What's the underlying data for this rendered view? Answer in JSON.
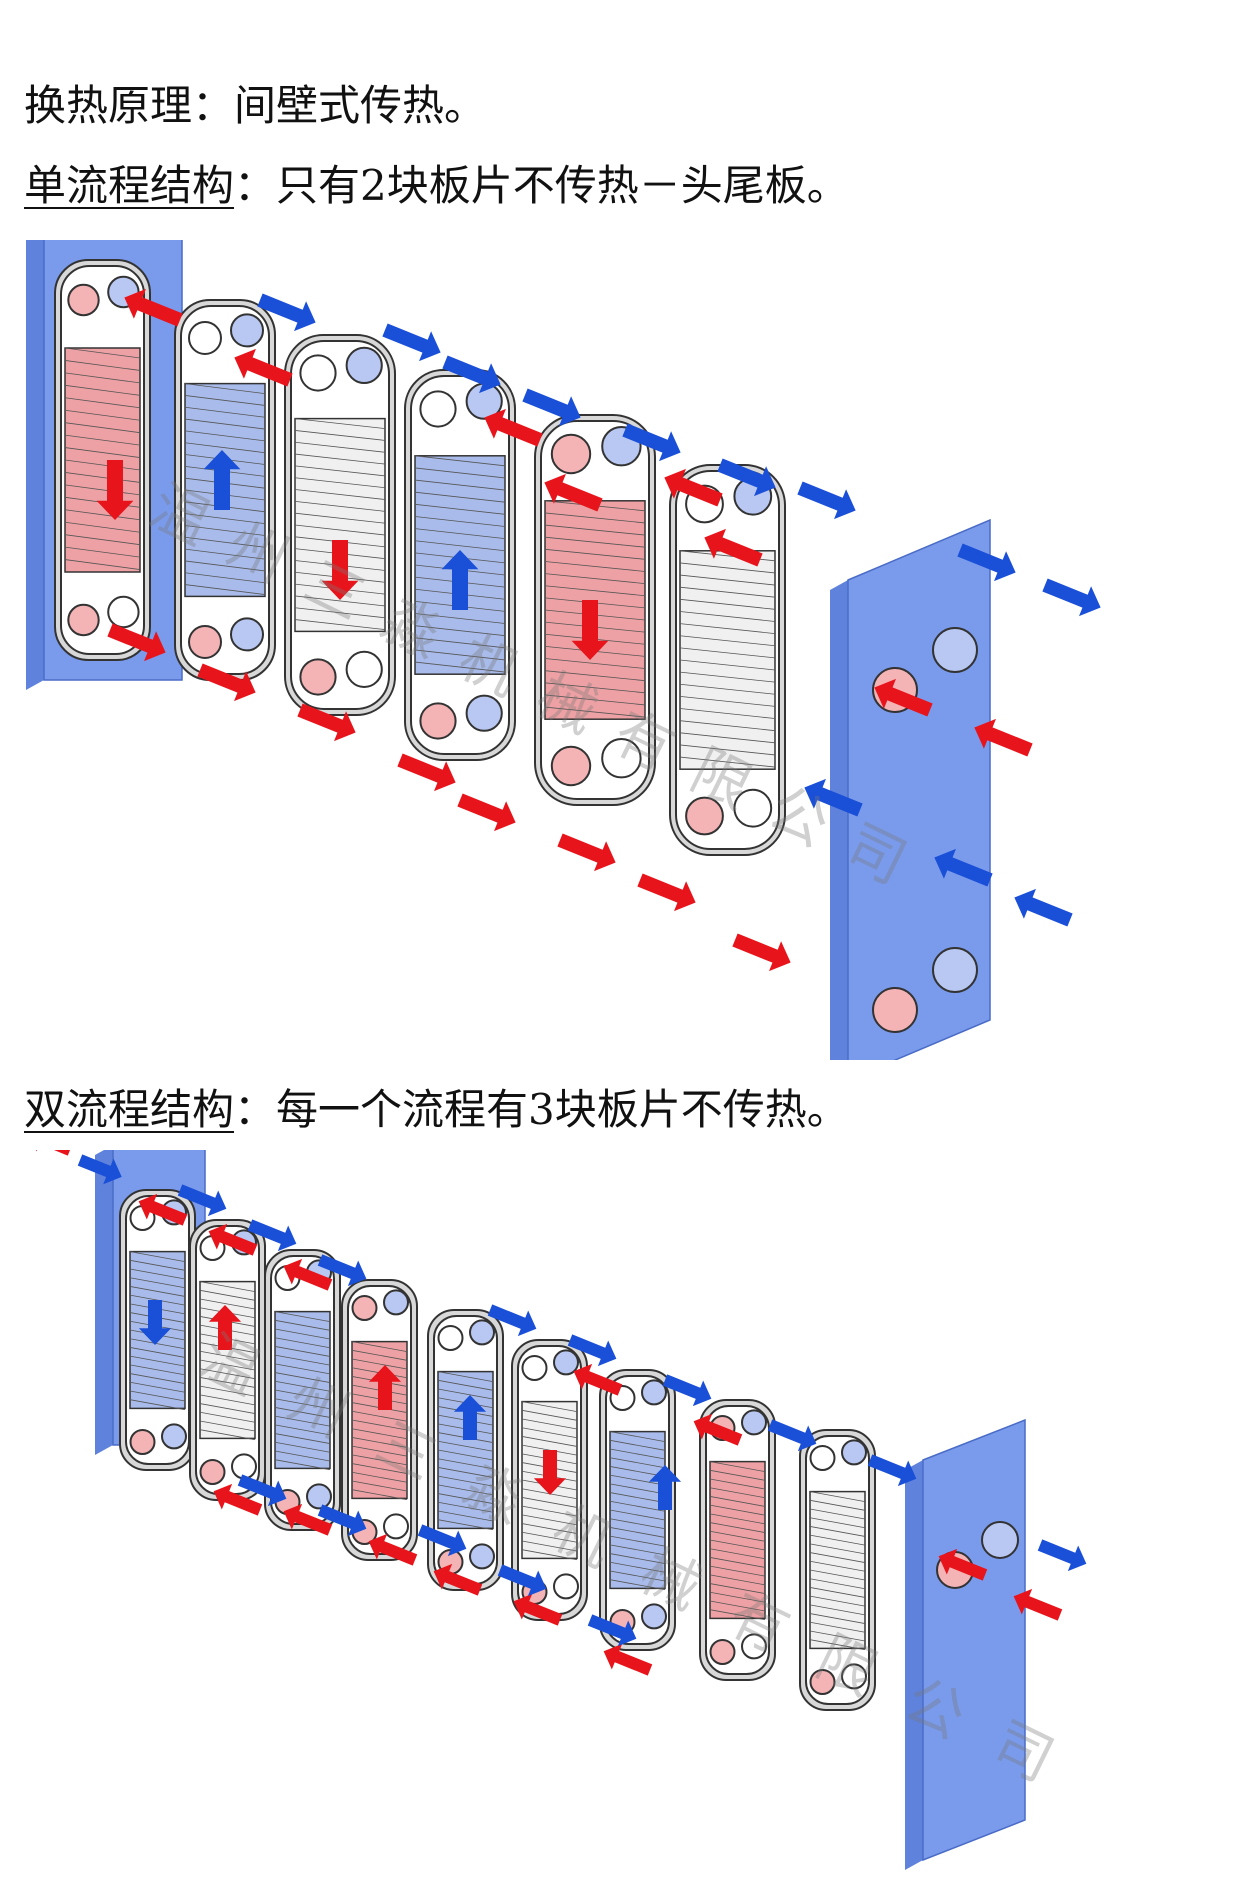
{
  "principle_line": {
    "label": "换热原理",
    "colon": "：",
    "text": "间壁式传热。"
  },
  "single_pass": {
    "label": "单流程结构",
    "colon": "：",
    "text": "只有2块板片不传热－头尾板。"
  },
  "double_pass": {
    "label": "双流程结构",
    "colon": "：",
    "text": "每一个流程有3块板片不传热。"
  },
  "watermark": "温州三淼机械有限公司",
  "colors": {
    "hot_fluid": "#e8141b",
    "cold_fluid": "#1a4fd8",
    "frame_plate": "#7a9bec",
    "hot_plate_fill": "#eea1a4",
    "cold_plate_fill": "#a8bbea",
    "neutral_plate_fill": "#f0f0f0"
  },
  "diagram_1": {
    "plates": [
      "frame",
      "cold",
      "neutral",
      "cold",
      "hot",
      "neutral",
      "pressure"
    ]
  },
  "diagram_2": {
    "plates": [
      "frame",
      "cold",
      "neutral",
      "cold",
      "hot",
      "cold",
      "neutral",
      "cold",
      "hot",
      "neutral",
      "pressure"
    ]
  }
}
